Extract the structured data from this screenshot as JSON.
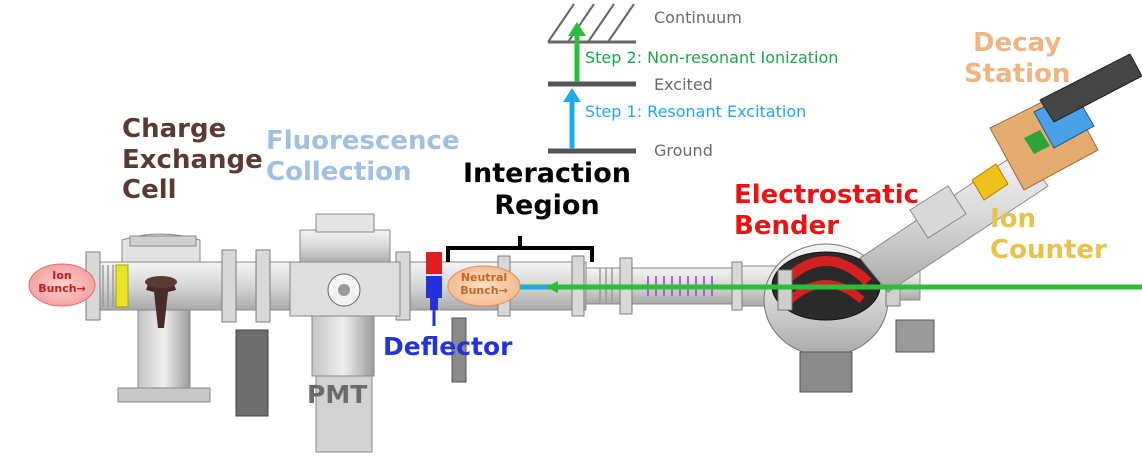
{
  "energy_levels": {
    "continuum": "Continuum",
    "excited": "Excited",
    "ground": "Ground",
    "step2": "Step 2: Non-resonant Ionization",
    "step1": "Step 1: Resonant Excitation"
  },
  "components": {
    "charge_exchange": {
      "lines": [
        "Charge",
        "Exchange",
        "Cell"
      ],
      "color": "#5a3a32"
    },
    "fluorescence": {
      "lines": [
        "Fluorescence",
        "Collection"
      ],
      "color": "#9fc0e0"
    },
    "interaction": {
      "lines": [
        "Interaction",
        "Region"
      ],
      "color": "#000000"
    },
    "electrostatic": {
      "lines": [
        "Electrostatic",
        "Bender"
      ],
      "color": "#ee1111"
    },
    "decay": {
      "lines": [
        "Decay",
        "Station"
      ],
      "color": "#f0b482"
    },
    "ion_counter": {
      "lines": [
        "Ion",
        "Counter"
      ],
      "color": "#e8c24a"
    },
    "deflector": {
      "text": "Deflector",
      "color": "#2233dd"
    },
    "pmt": {
      "text": "PMT",
      "color": "#6b6b6b"
    }
  },
  "bunches": {
    "ion": {
      "lines": [
        "Ion",
        "Bunch→"
      ],
      "color": "#cc1a1a"
    },
    "neutral": {
      "lines": [
        "Neutral",
        "Bunch→"
      ],
      "color": "#c8642a"
    }
  },
  "colors": {
    "laser_green": "#2dbd3a",
    "laser_blue": "#1ea8ee",
    "step2_text": "#1aa64a",
    "step1_text": "#1ea8ee",
    "level_line": "#555555",
    "level_text": "#6b6b6b"
  }
}
